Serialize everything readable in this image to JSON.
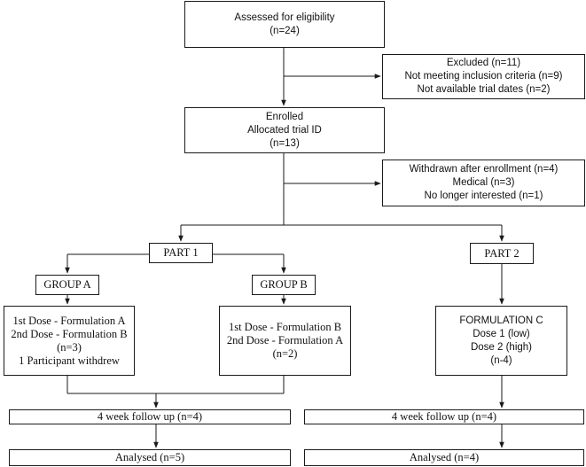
{
  "flowchart": {
    "assessed": {
      "title": "Assessed for eligibility",
      "count": "(n=24)"
    },
    "excluded": {
      "title": "Excluded (n=11)",
      "reason_1": "Not meeting inclusion criteria (n=9)",
      "reason_2": "Not available trial dates (n=2)"
    },
    "enrolled": {
      "line_1": "Enrolled",
      "line_2": "Allocated trial ID",
      "count": "(n=13)"
    },
    "withdrawn": {
      "title": "Withdrawn after enrollment (n=4)",
      "reason_1": "Medical (n=3)",
      "reason_2": "No longer interested (n=1)"
    },
    "part1": {
      "label": "PART 1"
    },
    "part2": {
      "label": "PART 2"
    },
    "group_a": {
      "label": "GROUP A",
      "dose_1": "1st Dose - Formulation A",
      "dose_2": "2nd Dose - Formulation B",
      "count": "(n=3)",
      "note": "1 Participant withdrew"
    },
    "group_b": {
      "label": "GROUP B",
      "dose_1": "1st Dose - Formulation B",
      "dose_2": "2nd Dose - Formulation A",
      "count": "(n=2)"
    },
    "formulation_c": {
      "title": "FORMULATION C",
      "dose_1": "Dose 1 (low)",
      "dose_2": "Dose 2 (high)",
      "count": "(n-4)"
    },
    "followup_left": {
      "label": "4 week follow up (n=4)"
    },
    "followup_right": {
      "label": "4 week follow up (n=4)"
    },
    "analysed_left": {
      "label": "Analysed (n=5)"
    },
    "analysed_right": {
      "label": "Analysed (n=4)"
    }
  },
  "colors": {
    "line": "#1a1a1a",
    "text": "#111111",
    "background": "#ffffff"
  }
}
